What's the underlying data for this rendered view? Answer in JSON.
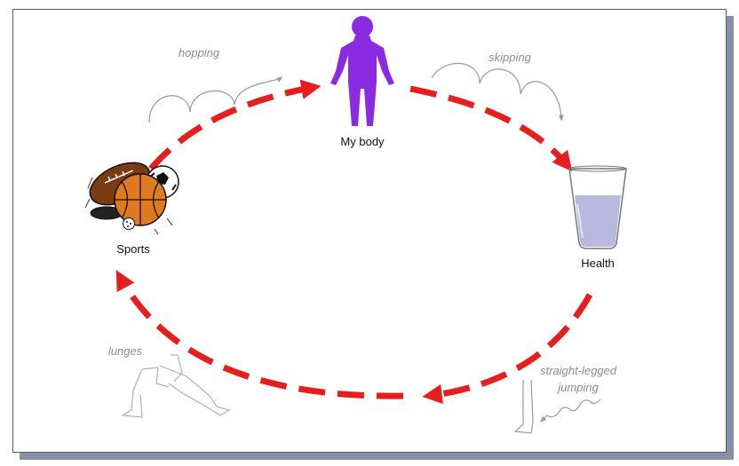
{
  "nodes": {
    "body": "My body",
    "health": "Health",
    "sports": "Sports"
  },
  "exercises": {
    "hopping": "hopping",
    "skipping": "skipping",
    "lunges": "lunges",
    "jumping_line1": "straight-legged",
    "jumping_line2": "jumping"
  },
  "colors": {
    "arrow": "#e61e1e",
    "figure": "#8a2be2",
    "ball_orange": "#e07a1f",
    "water": "#b9b9e0"
  },
  "icons": {
    "figure": "person-icon",
    "glass": "water-glass-icon",
    "sports": "sports-balls-icon",
    "lunge": "lunge-figure-icon",
    "leg": "leg-jump-icon"
  }
}
